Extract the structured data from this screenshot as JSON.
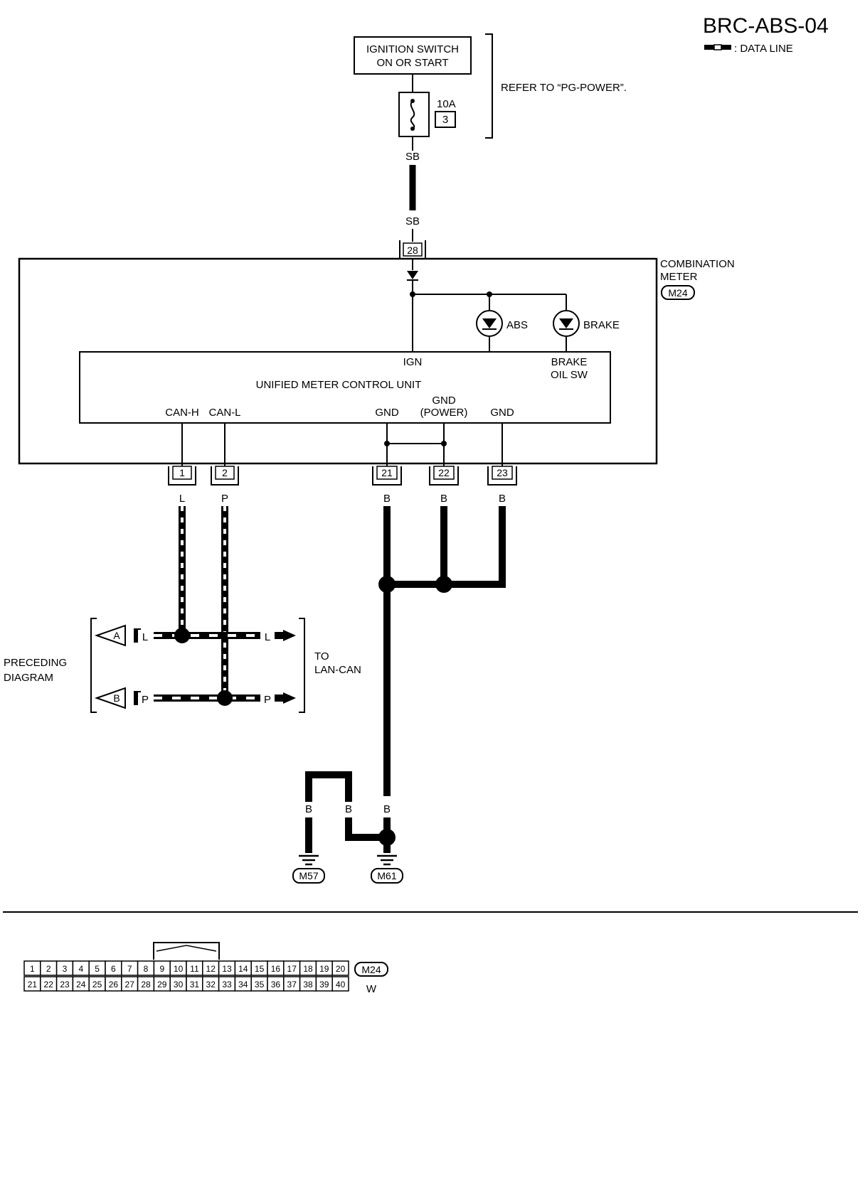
{
  "diagram_id": "BRC-ABS-04",
  "legend": {
    "data_line_label": ": DATA LINE"
  },
  "ignition": {
    "line1": "IGNITION SWITCH",
    "line2": "ON OR START"
  },
  "fuse": {
    "rating": "10A",
    "number": "3"
  },
  "power_reference": "REFER TO “PG-POWER”.",
  "wire_colors": {
    "sb_top": "SB",
    "sb_bottom": "SB",
    "can_h": "L",
    "can_l": "P",
    "gnd1": "B",
    "gnd2": "B",
    "gnd3": "B",
    "m57": "B",
    "m61_a": "B",
    "m61_b": "B"
  },
  "meter": {
    "name_line1": "COMBINATION",
    "name_line2": "METER",
    "connector": "M24",
    "power_pin": "28",
    "abs_label": "ABS",
    "brake_label": "BRAKE",
    "control_unit": "UNIFIED METER CONTROL UNIT",
    "ign": "IGN",
    "brake_sw_line1": "BRAKE",
    "brake_sw_line2": "OIL SW",
    "can_h": "CAN-H",
    "can_l": "CAN-L",
    "gnd": "GND",
    "gnd_power_line1": "GND",
    "gnd_power_line2": "(POWER)",
    "gnd_right": "GND",
    "pins": [
      "1",
      "2",
      "21",
      "22",
      "23"
    ]
  },
  "can_bus": {
    "preceding_line1": "PRECEDING",
    "preceding_line2": "DIAGRAM",
    "to_line1": "TO",
    "to_line2": "LAN-CAN",
    "ref_a": "A",
    "ref_b": "B",
    "l_left": "L",
    "l_right": "L",
    "p_left": "P",
    "p_right": "P"
  },
  "grounds": [
    "M57",
    "M61"
  ],
  "connector_view": {
    "id": "M24",
    "color": "W",
    "row1": [
      "1",
      "2",
      "3",
      "4",
      "5",
      "6",
      "7",
      "8",
      "9",
      "10",
      "11",
      "12",
      "13",
      "14",
      "15",
      "16",
      "17",
      "18",
      "19",
      "20"
    ],
    "row2": [
      "21",
      "22",
      "23",
      "24",
      "25",
      "26",
      "27",
      "28",
      "29",
      "30",
      "31",
      "32",
      "33",
      "34",
      "35",
      "36",
      "37",
      "38",
      "39",
      "40"
    ]
  }
}
